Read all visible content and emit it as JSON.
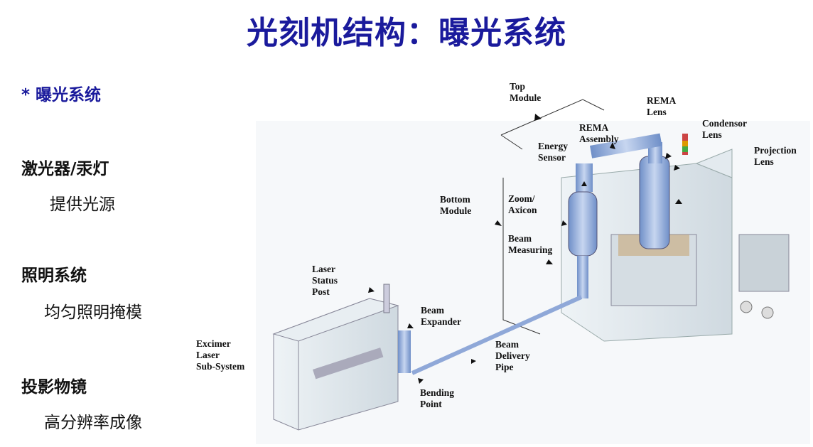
{
  "title": "光刻机结构：曝光系统",
  "left": {
    "heading": "* 曝光系统",
    "items": [
      {
        "name": "激光器/汞灯",
        "desc": "提供光源"
      },
      {
        "name": "照明系统",
        "desc": "均匀照明掩模"
      },
      {
        "name": "投影物镜",
        "desc": "高分辨率成像"
      }
    ]
  },
  "diagram_labels": {
    "top_module": "Top\nModule",
    "rema_lens": "REMA\nLens",
    "rema_assembly": "REMA\nAssembly",
    "condensor_lens": "Condensor\nLens",
    "energy_sensor": "Energy\nSensor",
    "projection_lens": "Projection\nLens",
    "bottom_module": "Bottom\nModule",
    "zoom_axicon": "Zoom/\nAxicon",
    "beam_measuring": "Beam\nMeasuring",
    "laser_status_post": "Laser\nStatus\nPost",
    "beam_expander": "Beam\nExpander",
    "excimer_laser": "Excimer\nLaser\nSub-System",
    "beam_delivery_pipe": "Beam\nDelivery\nPipe",
    "bending_point": "Bending\nPoint"
  },
  "colors": {
    "title": "#1a1a9c",
    "optics": "#8fa8d8"
  }
}
